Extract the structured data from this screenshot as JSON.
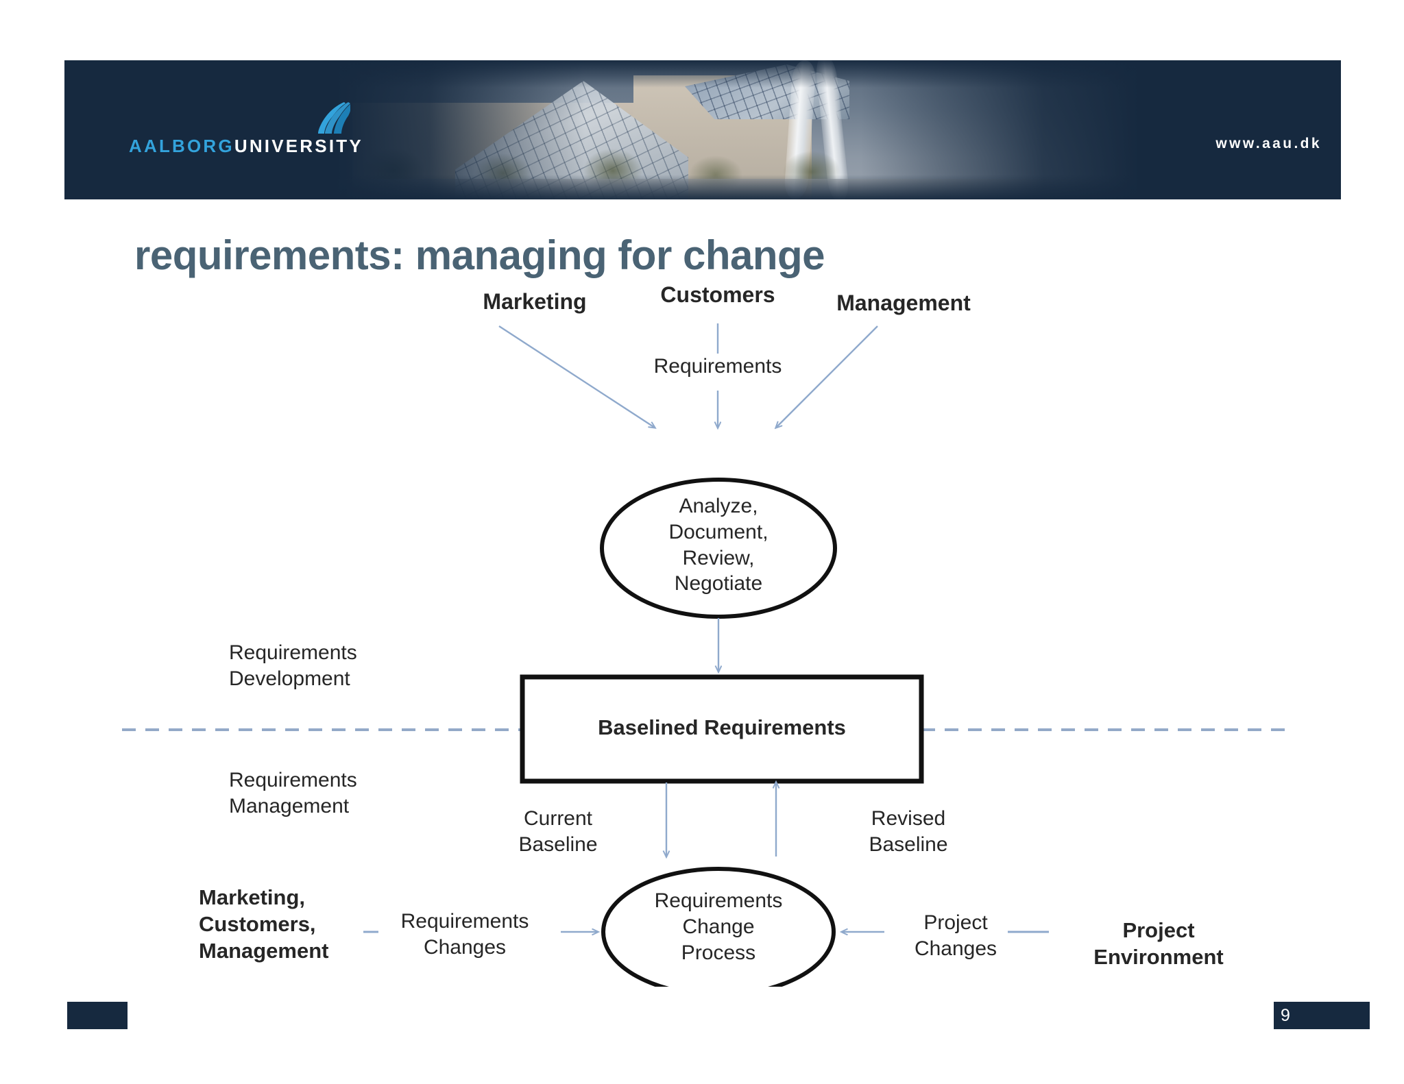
{
  "slide": {
    "page_number": "9",
    "title": "requirements: managing for change"
  },
  "header": {
    "logo_part1": "AALBORG",
    "logo_part2": "UNIVERSITY",
    "logo_mark_name": "aalborg-university-wave-logo",
    "url": "www.aau.dk",
    "banner_color": "#16293f",
    "accent_color": "#33a3dc"
  },
  "diagram": {
    "title_color": "#4a6374",
    "arrow_color": "#8fa9cc",
    "sources": [
      {
        "label": "Marketing"
      },
      {
        "label": "Customers"
      },
      {
        "label": "Management"
      }
    ],
    "flow_label_requirements": "Requirements",
    "process_ellipse_top": "Analyze,\nDocument,\nReview,\nNegotiate",
    "process_ellipse_top_lines": [
      "Analyze,",
      "Document,",
      "Review,",
      "Negotiate"
    ],
    "baseline_box": "Baselined Requirements",
    "phase_above": "Requirements\nDevelopment",
    "phase_above_lines": [
      "Requirements",
      "Development"
    ],
    "phase_below": "Requirements\nManagement",
    "phase_below_lines": [
      "Requirements",
      "Management"
    ],
    "current_baseline_lines": [
      "Current",
      "Baseline"
    ],
    "revised_baseline_lines": [
      "Revised",
      "Baseline"
    ],
    "left_actors_lines": [
      "Marketing,",
      "Customers,",
      "Management"
    ],
    "requirements_changes_lines": [
      "Requirements",
      "Changes"
    ],
    "change_ellipse_lines": [
      "Requirements",
      "Change",
      "Process"
    ],
    "project_changes_lines": [
      "Project",
      "Changes"
    ],
    "project_environment_lines": [
      "Project",
      "Environment"
    ]
  }
}
